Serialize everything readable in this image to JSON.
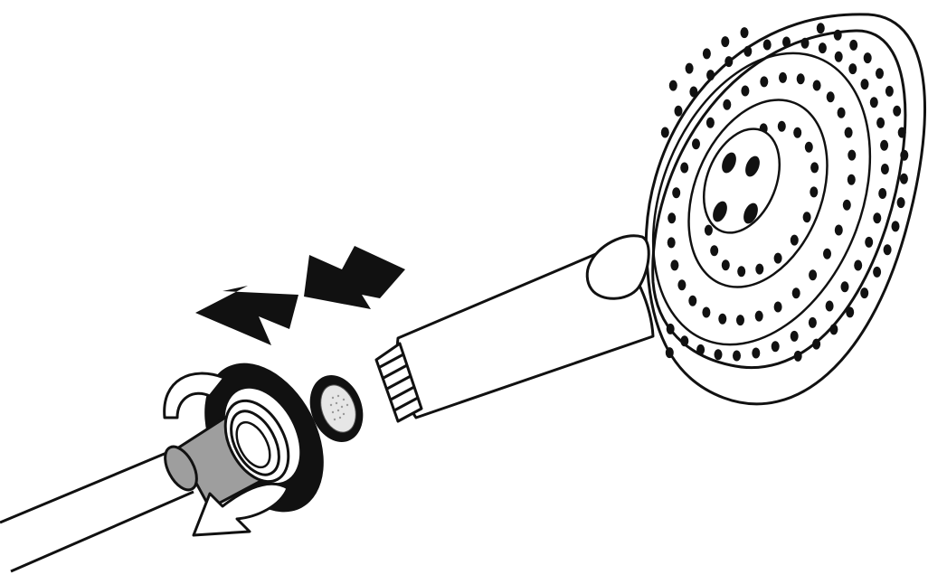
{
  "diagram": {
    "parts": [
      {
        "id": "hose",
        "icon": "hose-icon"
      },
      {
        "id": "hose-nut",
        "icon": "hose-nut-icon"
      },
      {
        "id": "filter-washer",
        "icon": "filter-washer-icon"
      },
      {
        "id": "hand-shower",
        "icon": "hand-shower-icon"
      }
    ],
    "arrows": [
      {
        "id": "push-arrow-left",
        "icon": "push-arrow-icon"
      },
      {
        "id": "push-arrow-right",
        "icon": "push-arrow-icon"
      },
      {
        "id": "rotate-arrow",
        "icon": "rotate-arrow-icon"
      }
    ],
    "colors": {
      "line": "#111111",
      "fill": "#ffffff",
      "nut_body": "#9e9e9e",
      "arrow": "#111111"
    }
  }
}
